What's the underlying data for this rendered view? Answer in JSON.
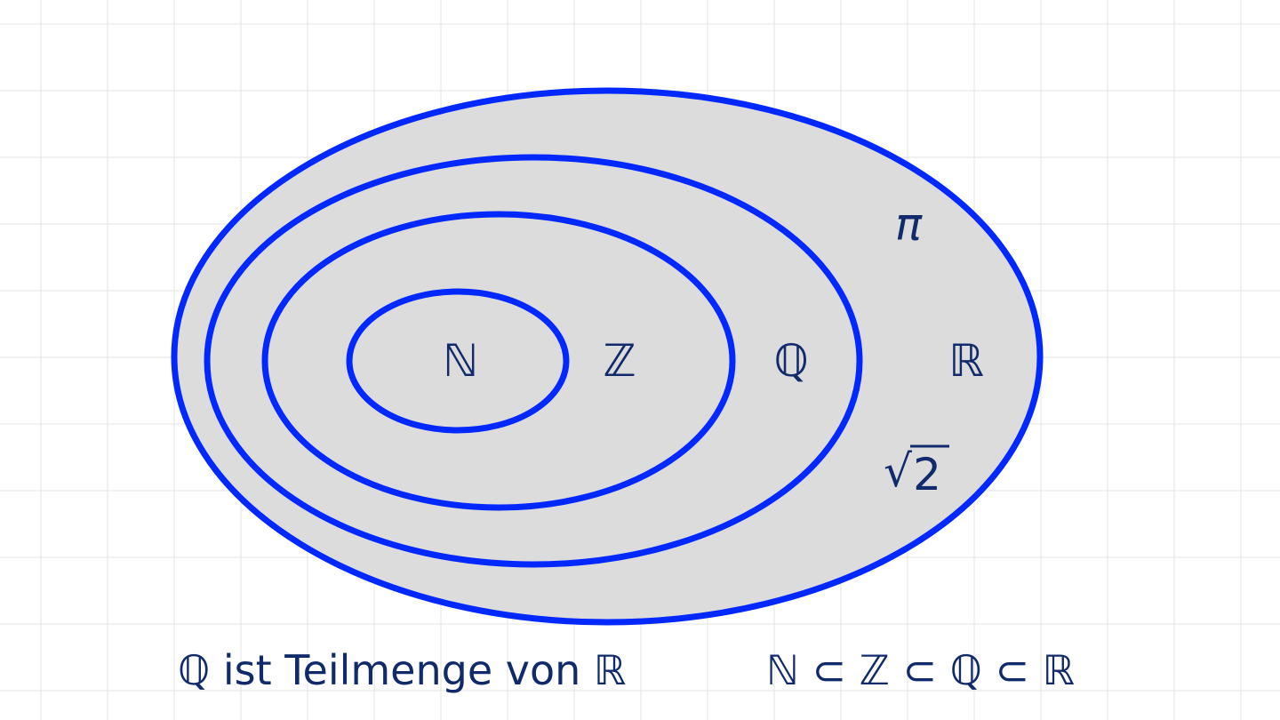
{
  "colors": {
    "stroke": "#0028ff",
    "fill": "#dcdcdc",
    "text": "#102a6b",
    "grid": "#e3e3e3"
  },
  "sets": {
    "naturals": "ℕ",
    "integers": "ℤ",
    "rationals": "ℚ",
    "reals": "ℝ"
  },
  "elements": {
    "pi": "π",
    "sqrt2_radical": "√",
    "sqrt2_number": "2"
  },
  "caption": {
    "left": "ℚ ist Teilmenge von ℝ",
    "right": "ℕ ⊂ ℤ ⊂ ℚ ⊂ ℝ"
  }
}
